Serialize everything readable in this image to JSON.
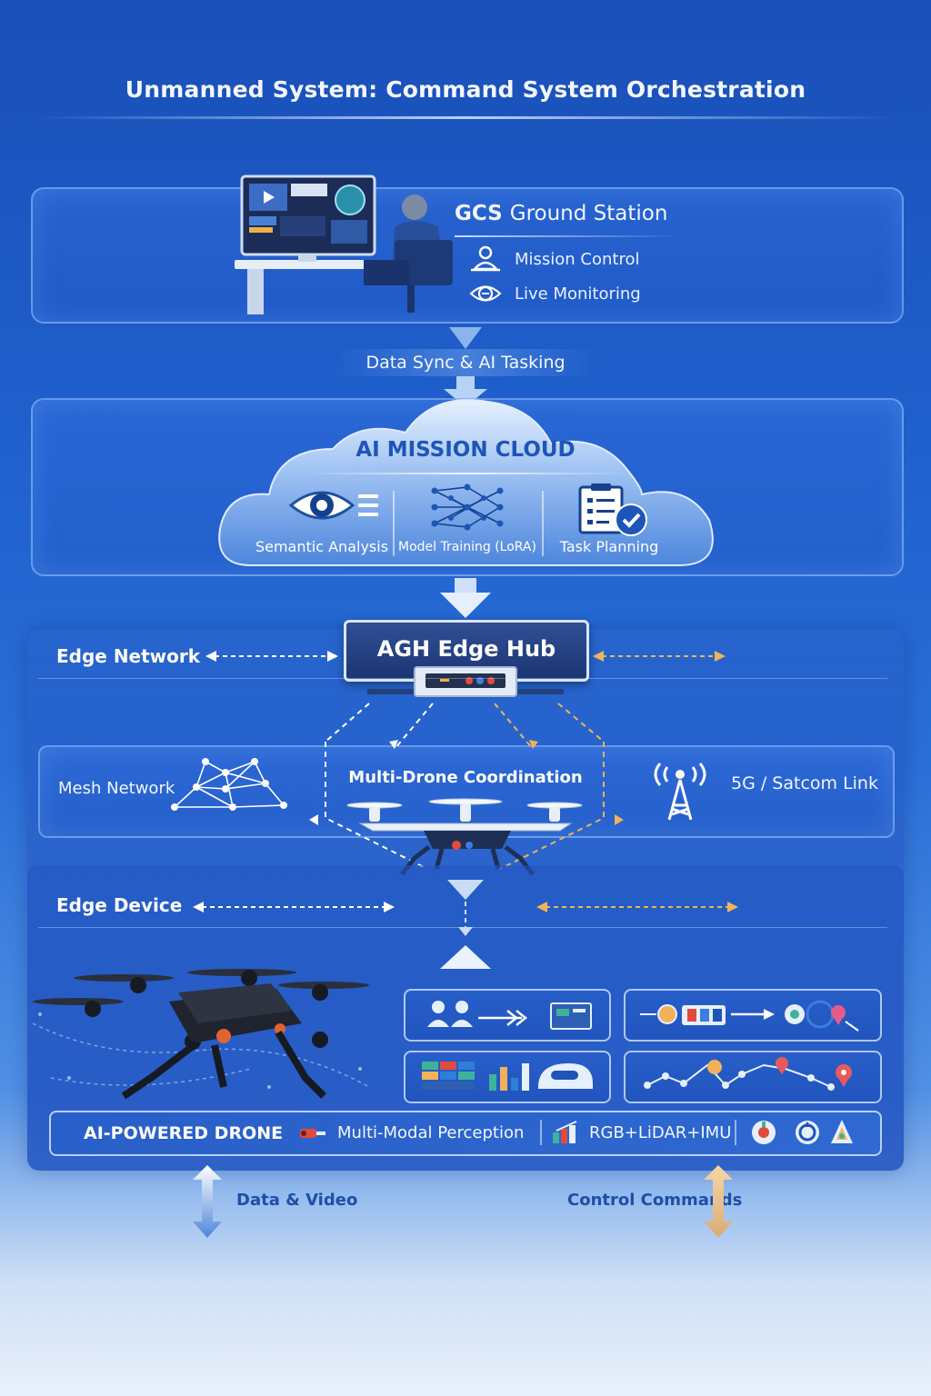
{
  "title": "Unmanned System: Command System Orchestration",
  "gcs": {
    "abbr": "GCS",
    "name": "Ground Station",
    "items": [
      {
        "icon": "operator-icon",
        "label": "Mission Control"
      },
      {
        "icon": "monitoring-icon",
        "label": "Live Monitoring"
      }
    ]
  },
  "sync_label": "Data Sync & AI Tasking",
  "cloud": {
    "title": "AI MISSION CLOUD",
    "modules": [
      {
        "icon": "eye-icon",
        "label": "Semantic Analysis"
      },
      {
        "icon": "neural-network-icon",
        "label": "Model Training (LoRA)"
      },
      {
        "icon": "clipboard-check-icon",
        "label": "Task Planning"
      }
    ]
  },
  "edge_network": {
    "label": "Edge Network",
    "hub": "AGH Edge Hub",
    "mesh": "Mesh Network",
    "coordination": "Multi-Drone Coordination",
    "link": "5G / Satcom Link"
  },
  "edge_device": {
    "label": "Edge Device",
    "drone_title": "AI-POWERED DRONE",
    "perception": "Multi-Modal Perception",
    "sensors": "RGB+LiDAR+IMU"
  },
  "bottom": {
    "data_video": "Data & Video",
    "control": "Control Commands"
  },
  "colors": {
    "accent_blue": "#1d55b8",
    "orange_link": "#f2b25a",
    "white_link": "#ffffff"
  }
}
